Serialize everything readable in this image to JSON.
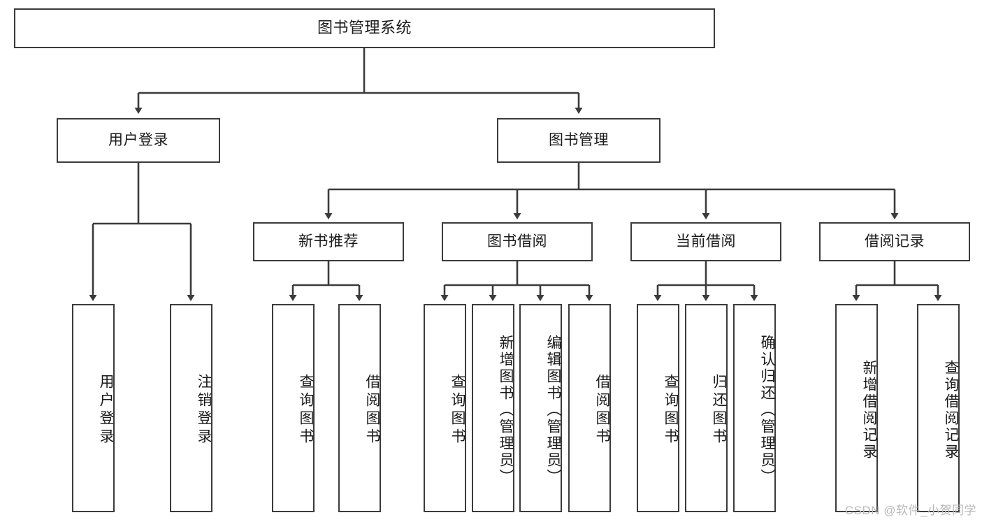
{
  "diagram": {
    "title": "图书管理系统",
    "type": "tree-hierarchy-diagram",
    "root": {
      "label": "图书管理系统"
    },
    "level2": [
      {
        "label": "用户登录"
      },
      {
        "label": "图书管理"
      }
    ],
    "level3": [
      {
        "label": "新书推荐"
      },
      {
        "label": "图书借阅"
      },
      {
        "label": "当前借阅"
      },
      {
        "label": "借阅记录"
      }
    ],
    "leaves": {
      "user_login": [
        {
          "label": "用户登录"
        },
        {
          "label": "注销登录"
        }
      ],
      "new_book_recommend": [
        {
          "label": "查询图书"
        },
        {
          "label": "借阅图书"
        }
      ],
      "book_borrow": [
        {
          "label": "查询图书"
        },
        {
          "label": "新增图书（管理员）"
        },
        {
          "label": "编辑图书（管理员）"
        },
        {
          "label": "借阅图书"
        }
      ],
      "current_borrow": [
        {
          "label": "查询图书"
        },
        {
          "label": "归还图书"
        },
        {
          "label": "确认归还（管理员）"
        }
      ],
      "borrow_records": [
        {
          "label": "新增借阅记录"
        },
        {
          "label": "查询借阅记录"
        }
      ]
    }
  },
  "watermark": {
    "text": "CSDN @软件_小贺同学"
  },
  "colors": {
    "stroke": "#3b3b3b",
    "background": "#ffffff",
    "text": "#1a1a1a",
    "watermark": "#b9b9b9"
  }
}
